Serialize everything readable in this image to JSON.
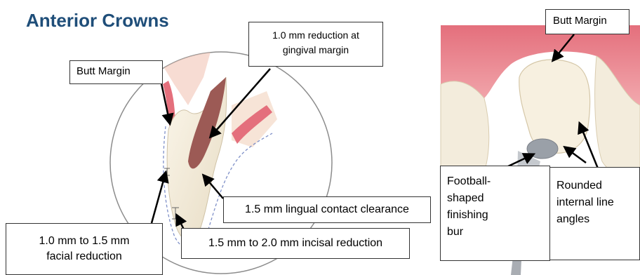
{
  "title": "Anterior Crowns",
  "labels": {
    "butt_margin_left": "Butt Margin",
    "gingival_reduction_line1": "1.0 mm reduction at",
    "gingival_reduction_line2": "gingival margin",
    "lingual_clearance": "1.5 mm lingual contact clearance",
    "incisal_reduction": "1.5 mm to 2.0 mm incisal reduction",
    "facial_reduction_line1": "1.0 mm to 1.5 mm",
    "facial_reduction_line2": "facial reduction",
    "butt_margin_right": "Butt Margin",
    "bur_line1": "Football-",
    "bur_line2": "shaped",
    "bur_line3": "finishing",
    "bur_line4": "bur",
    "angles_line1": "Rounded",
    "angles_line2": "internal line",
    "angles_line3": "angles"
  },
  "colors": {
    "title": "#1f4e79",
    "gingiva": "#e88a95",
    "tooth": "#f3ecdc",
    "pulp": "#9c5a55"
  }
}
